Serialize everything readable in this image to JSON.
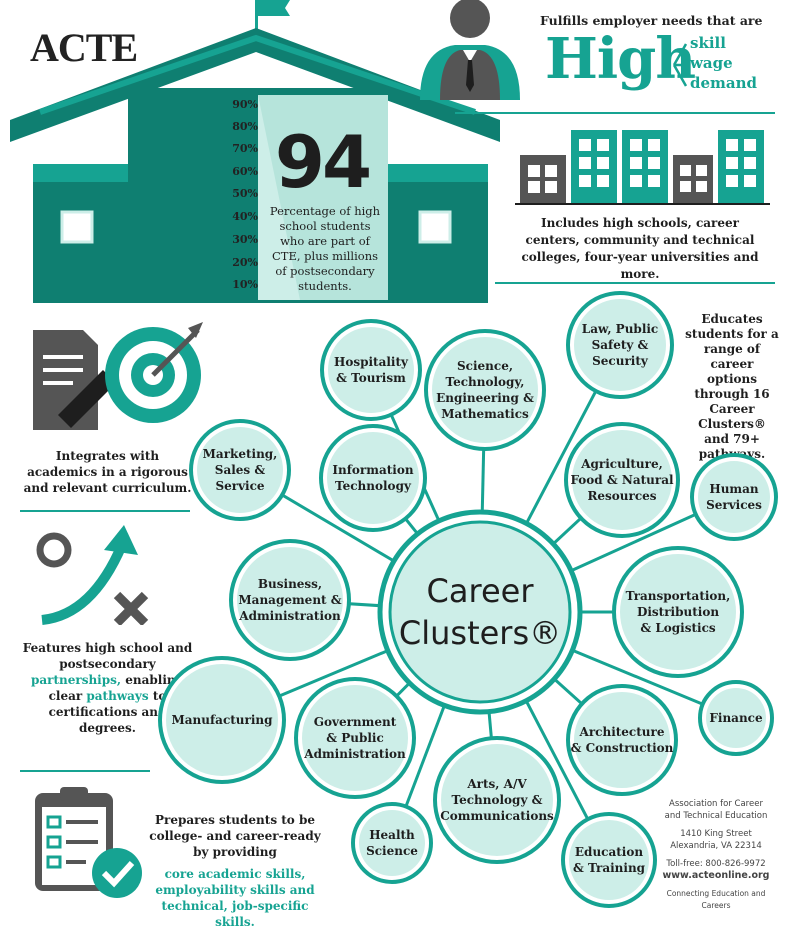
{
  "logo": {
    "text": "ACTE"
  },
  "school_chart": {
    "ticks": [
      "90%",
      "80%",
      "70%",
      "60%",
      "50%",
      "40%",
      "30%",
      "20%",
      "10%"
    ],
    "value": 94,
    "description": "Percentage of high school students who are part of CTE, plus millions of postsecondary students."
  },
  "employer": {
    "heading": "Fulfills employer needs that are",
    "big_word": "High",
    "qualities": [
      "skill",
      "wage",
      "demand"
    ]
  },
  "institutions": {
    "text": "Includes high schools, career centers, community and technical colleges, four-year universities and more."
  },
  "academics": {
    "text": "Integrates with academics in a rigorous and relevant curriculum."
  },
  "partnerships": {
    "pre": "Features high school and postsecondary",
    "highlight1": "partnerships,",
    "mid": "enabling clear",
    "highlight2": "pathways",
    "post": "to certifications and degrees."
  },
  "readiness": {
    "text": "Prepares students to be college- and career-ready by providing",
    "highlight": "core academic skills, employability skills and technical, job-specific skills."
  },
  "educates": {
    "text": "Educates students for a range of career options through 16 Career Clusters® and 79+ pathways."
  },
  "career_clusters": {
    "center": [
      "Career",
      "Clusters®"
    ],
    "clusters": [
      [
        "Hospitality",
        "& Tourism"
      ],
      [
        "Science,",
        "Technology,",
        "Engineering &",
        "Mathematics"
      ],
      [
        "Law, Public",
        "Safety &",
        "Security"
      ],
      [
        "Marketing,",
        "Sales &",
        "Service"
      ],
      [
        "Information",
        "Technology"
      ],
      [
        "Agriculture,",
        "Food & Natural",
        "Resources"
      ],
      [
        "Human",
        "Services"
      ],
      [
        "Business,",
        "Management &",
        "Administration"
      ],
      [
        "Transportation,",
        "Distribution",
        "& Logistics"
      ],
      [
        "Manufacturing"
      ],
      [
        "Government",
        "& Public",
        "Administration"
      ],
      [
        "Finance"
      ],
      [
        "Architecture",
        "& Construction"
      ],
      [
        "Arts, A/V",
        "Technology &",
        "Communications"
      ],
      [
        "Health",
        "Science"
      ],
      [
        "Education",
        "& Training"
      ]
    ]
  },
  "contact": {
    "org": [
      "Association for Career",
      "and Technical Education"
    ],
    "address": [
      "1410 King Street",
      "Alexandria, VA 22314"
    ],
    "phone": "Toll-free: 800-826-9972",
    "website": "www.acteonline.org",
    "tagline": "Connecting Education and Careers"
  },
  "colors": {
    "teal": "#16a392",
    "teal_dark": "#0f7f71",
    "teal_light": "#cdeee8",
    "dark": "#1e1e1e",
    "gray": "#555555"
  }
}
